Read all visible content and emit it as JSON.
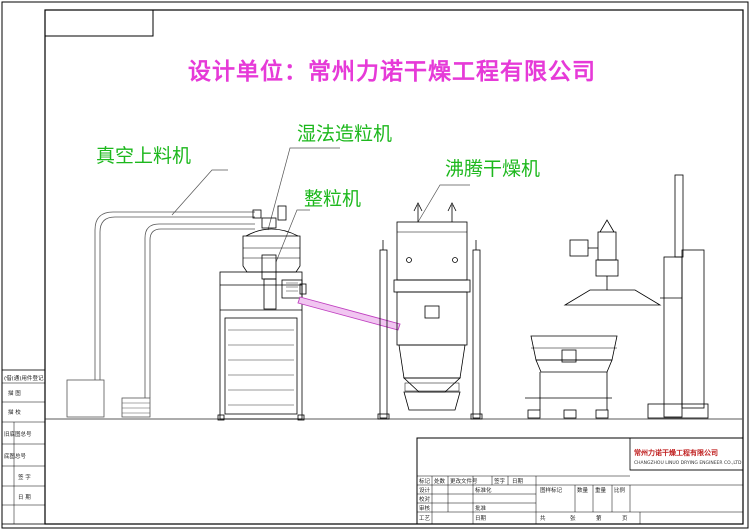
{
  "title": "设计单位：常州力诺干燥工程有限公司",
  "labels": {
    "vacuum_loader": "真空上料机",
    "wet_granulator": "湿法造粒机",
    "granulator": "整粒机",
    "fluid_bed_dryer": "沸腾干燥机"
  },
  "side_block": {
    "row1": "(借(通)用件登记",
    "row2": "描    图",
    "row3": "描    校",
    "row4": "旧底图总号",
    "row5": "底图总号",
    "row6": "签    字",
    "row7": "日    期"
  },
  "title_block": {
    "company_cn": "常州力诺干燥工程有限公司",
    "company_en": "CHANGZHOU LINUO DRYING ENGINEER CO.,LTD",
    "h_mark": "标记",
    "h_count": "处数",
    "h_change": "更改文件号",
    "h_sign": "签字",
    "h_date": "日期",
    "r_design": "设计",
    "r_proofread": "校对",
    "r_review": "审核",
    "r_process": "工艺",
    "r_std": "标准化",
    "r_date": "日期",
    "r_approve": "批准",
    "r_stage_mark": "图样标记",
    "r_quantity": "数量",
    "r_weight": "重量",
    "r_scale": "比例",
    "r_sheet_total": "共",
    "r_sheet": "张",
    "r_page": "第",
    "r_page2": "页"
  },
  "colors": {
    "title": "#e63ad8",
    "labels": "#1db81d",
    "line_art": "#000000",
    "duct": "#c040c0",
    "company": "#c02020"
  },
  "icons": {
    "arrow": "up-arrow"
  }
}
